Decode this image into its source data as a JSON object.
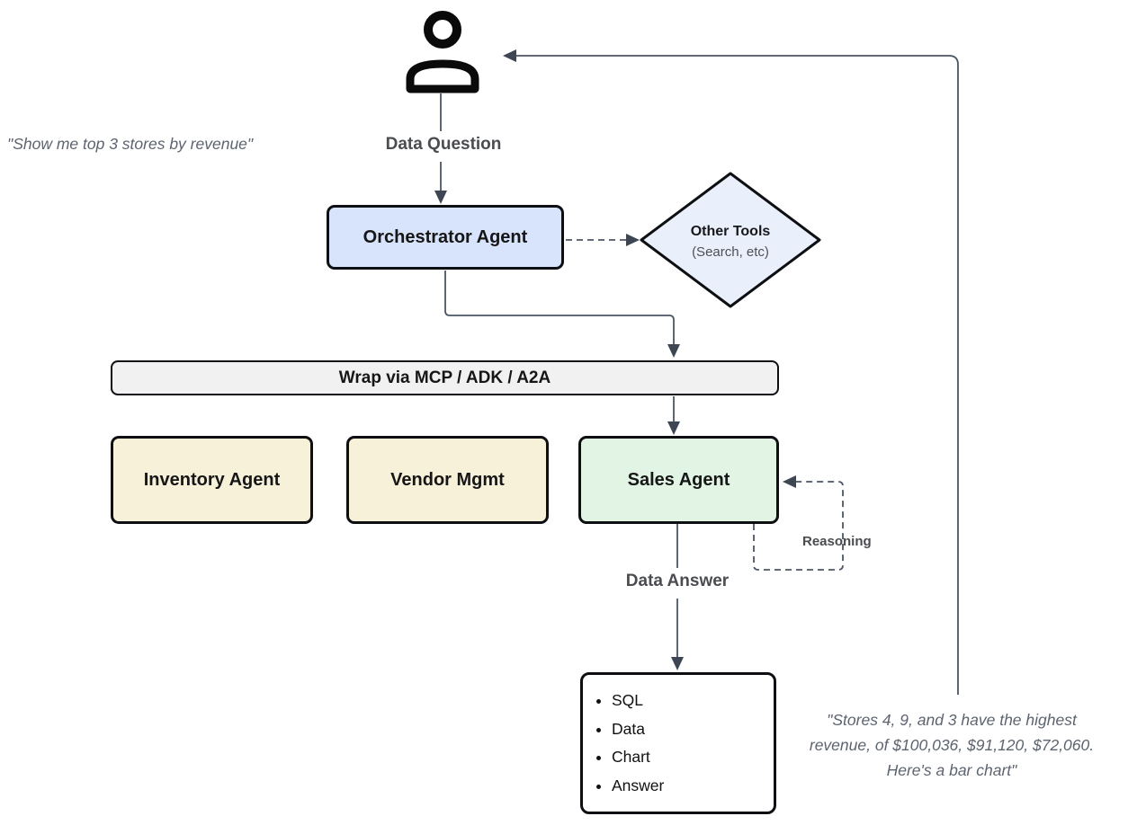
{
  "quotes": {
    "question": "\"Show me top 3 stores by revenue\"",
    "answer_lines": [
      "\"Stores 4, 9, and 3 have the highest",
      "revenue, of $100,036, $91,120, $72,060.",
      "Here's a bar chart\""
    ]
  },
  "labels": {
    "data_question": "Data Question",
    "data_answer": "Data Answer",
    "reasoning": "Reasoning"
  },
  "nodes": {
    "orchestrator": {
      "label": "Orchestrator Agent",
      "fill": "#d8e4fc"
    },
    "other_tools": {
      "title": "Other Tools",
      "subtitle": "(Search, etc)",
      "fill": "#eaf0fb"
    },
    "wrap_bar": {
      "label": "Wrap via MCP / ADK / A2A",
      "fill": "#f1f1f2"
    },
    "inventory_agent": {
      "label": "Inventory Agent",
      "fill": "#f8f1da"
    },
    "vendor_mgmt": {
      "label": "Vendor Mgmt",
      "fill": "#f8f1da"
    },
    "sales_agent": {
      "label": "Sales Agent",
      "fill": "#e2f4e4"
    },
    "output": {
      "items": [
        "SQL",
        "Data",
        "Chart",
        "Answer"
      ]
    }
  },
  "icons": {
    "user": "person-icon"
  },
  "colors": {
    "connector": "#4b5563",
    "arrowhead": "#3e4653",
    "node_border": "#0e0f12",
    "label_text": "#4a4c50",
    "quote_text": "#5d6470",
    "box_text": "#161616"
  }
}
